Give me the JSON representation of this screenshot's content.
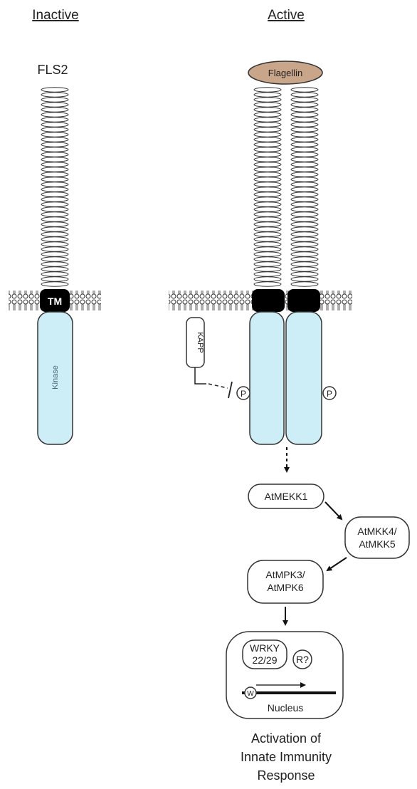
{
  "headers": {
    "inactive": "Inactive",
    "active": "Active"
  },
  "receptor": {
    "name": "FLS2",
    "tm": "TM",
    "kinase": "Kinase"
  },
  "ligand": "Flagellin",
  "kapp": "KAPP",
  "phospho": "P",
  "cascade": {
    "mekk1": "AtMEKK1",
    "mkk_line1": "AtMKK4/",
    "mkk_line2": "AtMKK5",
    "mpk_line1": "AtMPK3/",
    "mpk_line2": "AtMPK6"
  },
  "nucleus": {
    "wrky_line1": "WRKY",
    "wrky_line2": "22/29",
    "r": "R?",
    "w": "W",
    "label": "Nucleus"
  },
  "outcome": {
    "line1": "Activation of",
    "line2": "Innate Immunity",
    "line3": "Response"
  },
  "colors": {
    "kinase_fill": "#cdeef6",
    "ligand_fill": "#c9a58a",
    "tm_fill": "#000000"
  }
}
